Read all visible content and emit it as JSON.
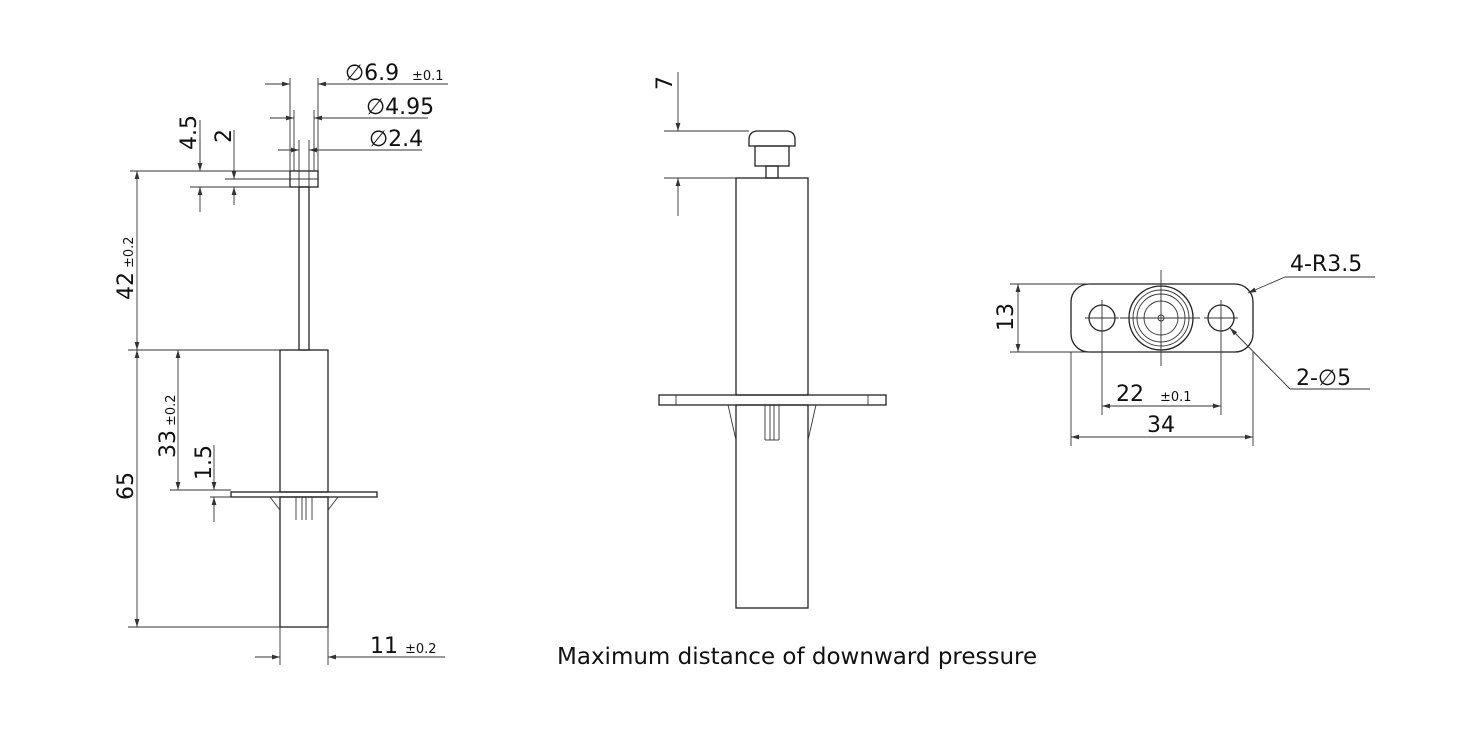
{
  "dimensions": {
    "dia_cap": "∅6.9",
    "dia_cap_tol": "±0.1",
    "dia_mid": "∅4.95",
    "dia_pin": "∅2.4",
    "cap_height": "4.5",
    "cap_gap": "2",
    "pin_length": "42",
    "pin_length_tol": "±0.2",
    "body_length": "65",
    "upper_body": "33",
    "upper_body_tol": "±0.2",
    "flange_thk": "1.5",
    "body_width": "11",
    "body_width_tol": "±0.2",
    "stroke": "7",
    "corner_radius": "4-R3.5",
    "hole_dia": "2-∅5",
    "hole_pitch": "22",
    "hole_pitch_tol": "±0.1",
    "flange_length": "34",
    "flange_width": "13"
  },
  "caption": "Maximum distance of downward pressure"
}
